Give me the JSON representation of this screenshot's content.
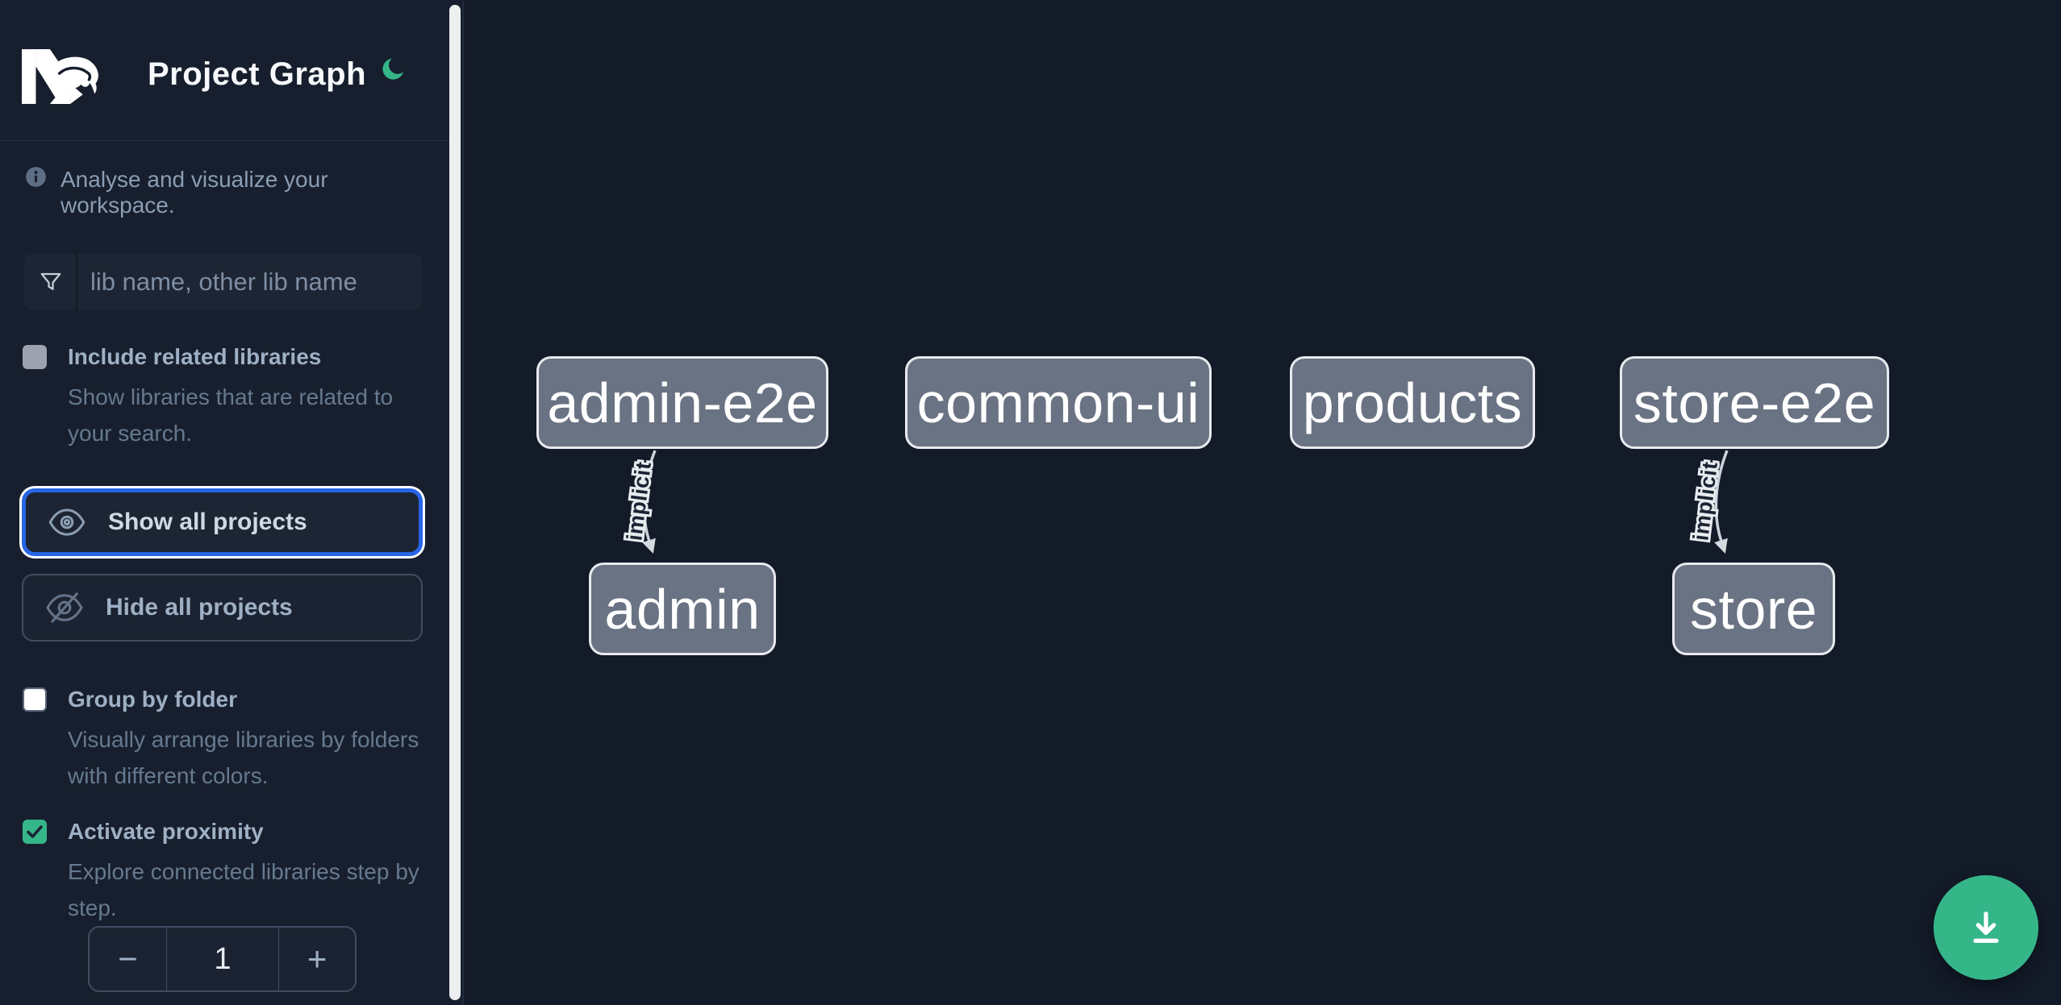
{
  "header": {
    "title": "Project Graph",
    "logo": "nx-logo",
    "theme_toggle_icon": "moon-icon"
  },
  "info": {
    "text": "Analyse and visualize your workspace.",
    "icon": "info-icon"
  },
  "filter": {
    "placeholder": "lib name, other lib name",
    "icon": "funnel-icon"
  },
  "toggles": {
    "include_related": {
      "label": "Include related libraries",
      "description": "Show libraries that are related to your search.",
      "checked": false
    },
    "group_by_folder": {
      "label": "Group by folder",
      "description": "Visually arrange libraries by folders with different colors.",
      "checked": false
    },
    "activate_proximity": {
      "label": "Activate proximity",
      "description": "Explore connected libraries step by step.",
      "checked": true
    }
  },
  "actions": {
    "show_all": {
      "label": "Show all projects",
      "icon": "eye-icon",
      "focused": true
    },
    "hide_all": {
      "label": "Hide all projects",
      "icon": "eye-off-icon",
      "focused": false
    }
  },
  "proximity_stepper": {
    "decrement": "−",
    "value": "1",
    "increment": "+"
  },
  "graph": {
    "nodes": [
      {
        "id": "admin-e2e",
        "label": "admin-e2e"
      },
      {
        "id": "common-ui",
        "label": "common-ui"
      },
      {
        "id": "products",
        "label": "products"
      },
      {
        "id": "store-e2e",
        "label": "store-e2e"
      },
      {
        "id": "admin",
        "label": "admin"
      },
      {
        "id": "store",
        "label": "store"
      }
    ],
    "edges": [
      {
        "source": "admin-e2e",
        "target": "admin",
        "label": "implicit"
      },
      {
        "source": "store-e2e",
        "target": "store",
        "label": "implicit"
      }
    ]
  },
  "fab": {
    "icon": "download-icon"
  },
  "theme": {
    "accent_green": "#35b689",
    "focus_blue": "#2765e6",
    "node_fill": "#6a7383",
    "node_border": "#e7eaee",
    "edge_color": "#ccd3da",
    "sidebar_bg": "#171f2e",
    "canvas_bg": "#131a28"
  }
}
